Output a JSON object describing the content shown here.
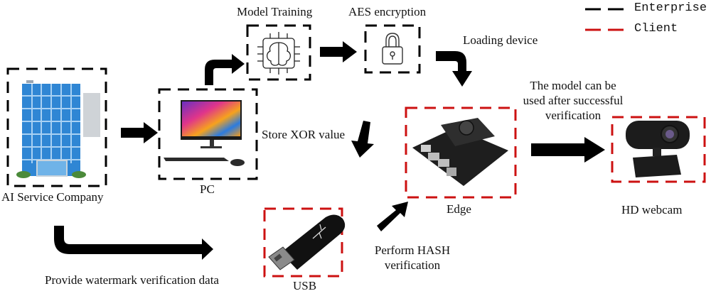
{
  "legend": {
    "items": [
      {
        "label": "Enterprise",
        "color": "#000000"
      },
      {
        "label": "Client",
        "color": "#cc1111"
      }
    ]
  },
  "nodes": {
    "company": {
      "label": "AI Service Company",
      "group": "Enterprise",
      "icon": "office-building-icon"
    },
    "pc": {
      "label": "PC",
      "group": "Enterprise",
      "icon": "desktop-computer-icon"
    },
    "training": {
      "label": "Model Training",
      "group": "Enterprise",
      "icon": "ai-brain-chip-icon"
    },
    "encryption": {
      "label": "AES encryption",
      "group": "Enterprise",
      "icon": "padlock-icon"
    },
    "edge": {
      "label": "Edge",
      "group": "Client",
      "icon": "edge-board-icon"
    },
    "webcam": {
      "label": "HD webcam",
      "group": "Client",
      "icon": "webcam-icon"
    },
    "usb": {
      "label": "USB",
      "group": "Client",
      "icon": "usb-drive-icon"
    }
  },
  "edges": {
    "loading": "Loading device",
    "store_xor": "Store XOR value",
    "model_use": [
      "The model can be",
      "used after successful",
      "verification"
    ],
    "hash": [
      "Perform HASH",
      "verification"
    ],
    "watermark": "Provide watermark verification data"
  },
  "colors": {
    "enterprise": "#000000",
    "client": "#cc1111",
    "building_blue": "#2f86d4",
    "arrow": "#000000"
  }
}
